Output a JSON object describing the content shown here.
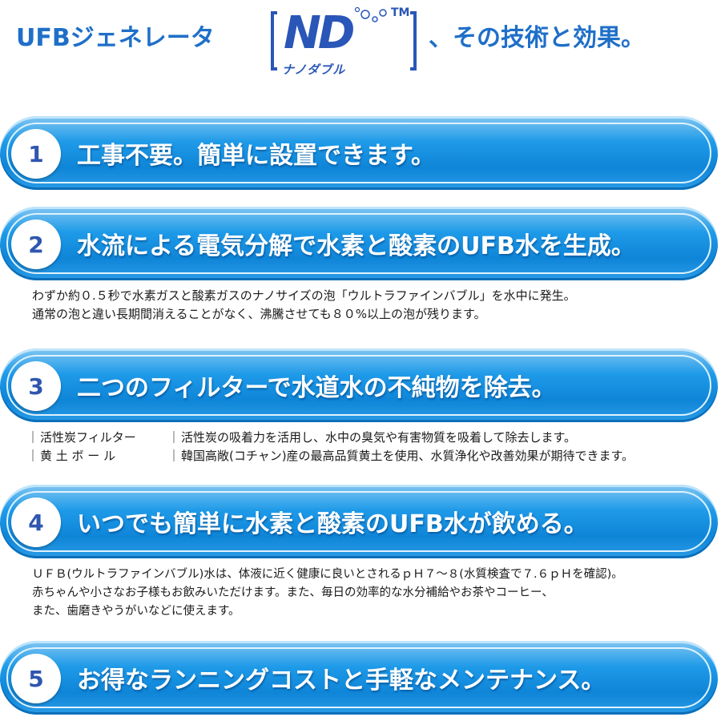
{
  "header": {
    "title_left": "UFBジェネレータ",
    "logo_text": "ND",
    "logo_tm": "TM",
    "logo_kana": "ナノダブル",
    "title_right": "、その技術と効果。"
  },
  "colors": {
    "title_blue": "#1f6fc8",
    "banner_blue": "#0f85d8",
    "number_blue": "#2f56b0"
  },
  "sections": [
    {
      "number": "1",
      "heading": "工事不要。簡単に設置できます。"
    },
    {
      "number": "2",
      "heading": "水流による電気分解で水素と酸素のUFB水を生成。",
      "lines": [
        "わずか約０.５秒で水素ガスと酸素ガスのナノサイズの泡「ウルトラファインバブル」を水中に発生。",
        "通常の泡と違い長期間消えることがなく、沸騰させても８０%以上の泡が残ります。"
      ]
    },
    {
      "number": "3",
      "heading": "二つのフィルターで水道水の不純物を除去。",
      "filters": [
        {
          "name": "活性炭フィルター",
          "desc": "活性炭の吸着力を活用し、水中の臭気や有害物質を吸着して除去します。"
        },
        {
          "name": "黄 土 ボ ー ル",
          "desc": "韓国高敞(コチャン)産の最高品質黄土を使用、水質浄化や改善効果が期待できます。"
        }
      ]
    },
    {
      "number": "4",
      "heading": "いつでも簡単に水素と酸素のUFB水が飲める。",
      "lines": [
        "ＵＦＢ(ウルトラファインバブル)水は、体液に近く健康に良いとされるｐＨ７～８(水質検査で７.６ｐＨを確認)。",
        "赤ちゃんや小さなお子様もお飲みいただけます。また、毎日の効率的な水分補給やお茶やコーヒー、",
        "また、歯磨きやうがいなどに使えます。"
      ]
    },
    {
      "number": "5",
      "heading": "お得なランニングコストと手軽なメンテナンス。"
    }
  ]
}
